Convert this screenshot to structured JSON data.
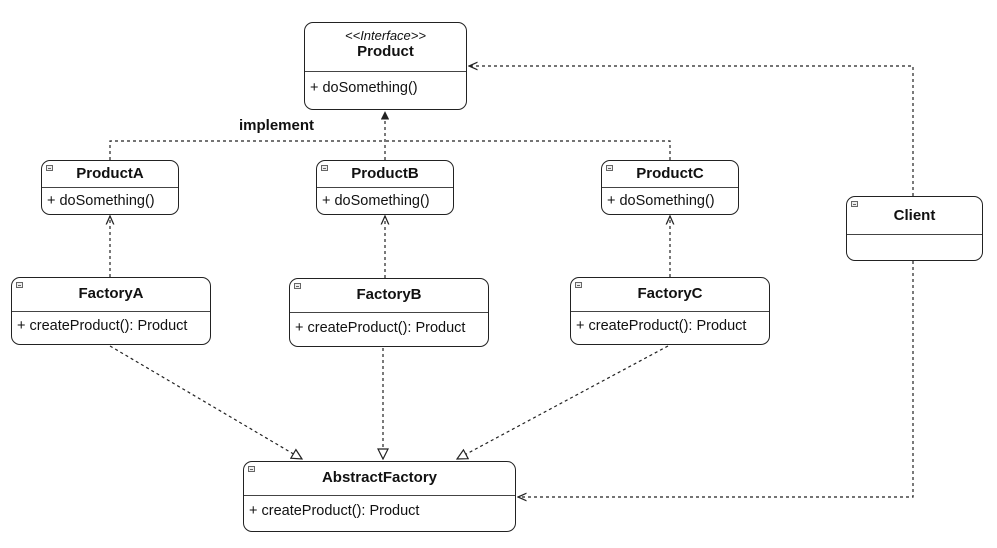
{
  "product": {
    "stereotype": "<<Interface>>",
    "name": "Product",
    "method": "+ doSomething()"
  },
  "products": [
    {
      "name": "ProductA",
      "method": "+ doSomething()"
    },
    {
      "name": "ProductB",
      "method": "+ doSomething()"
    },
    {
      "name": "ProductC",
      "method": "+ doSomething()"
    }
  ],
  "factories": [
    {
      "name": "FactoryA",
      "method": "+ createProduct(): Product"
    },
    {
      "name": "FactoryB",
      "method": "+ createProduct(): Product"
    },
    {
      "name": "FactoryC",
      "method": "+ createProduct(): Product"
    }
  ],
  "client": {
    "name": "Client"
  },
  "abstract_factory": {
    "name": "AbstractFactory",
    "method": "+ createProduct(): Product"
  },
  "edge_labels": {
    "implement": "implement"
  }
}
